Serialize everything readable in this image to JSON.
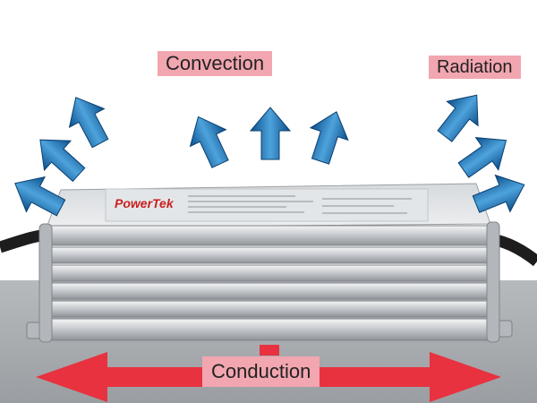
{
  "labels": {
    "convection": "Convection",
    "radiation": "Radiation",
    "conduction": "Conduction"
  },
  "device": {
    "brand": "PowerTek"
  },
  "colors": {
    "label_background": "#f2a6b0",
    "arrow_blue_light": "#4ea3dc",
    "arrow_blue_dark": "#0b4f8c",
    "conduction_arrow": "#e8323f",
    "base_plate": "#a9acb0",
    "housing": "#c9cdd1"
  },
  "icons": {
    "convection": "arrow-up-icon",
    "radiation": "arrow-outward-icon",
    "conduction": "double-arrow-horizontal-icon"
  }
}
